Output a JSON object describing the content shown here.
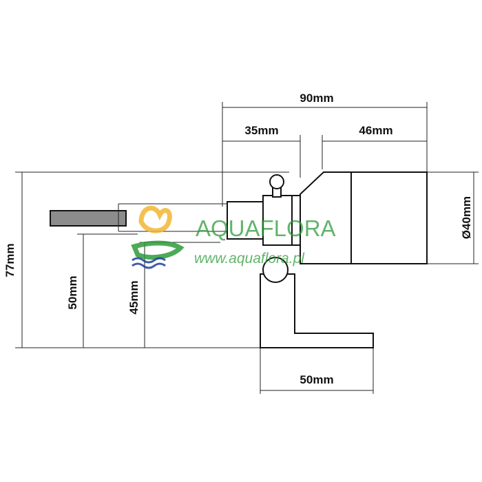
{
  "dimensions": {
    "total_length": "90mm",
    "left_section": "35mm",
    "right_section": "46mm",
    "diameter": "Ø40mm",
    "total_height": "77mm",
    "height_50": "50mm",
    "height_45": "45mm",
    "base_width": "50mm"
  },
  "watermark": {
    "brand": "AQUAFLORA",
    "url": "www.aquaflora.pl"
  },
  "colors": {
    "line": "#111111",
    "rod": "#8c8c8c",
    "watermark_green": "#2e9b3a",
    "watermark_yellow": "#f2b632",
    "watermark_blue": "#1f3f9b"
  }
}
